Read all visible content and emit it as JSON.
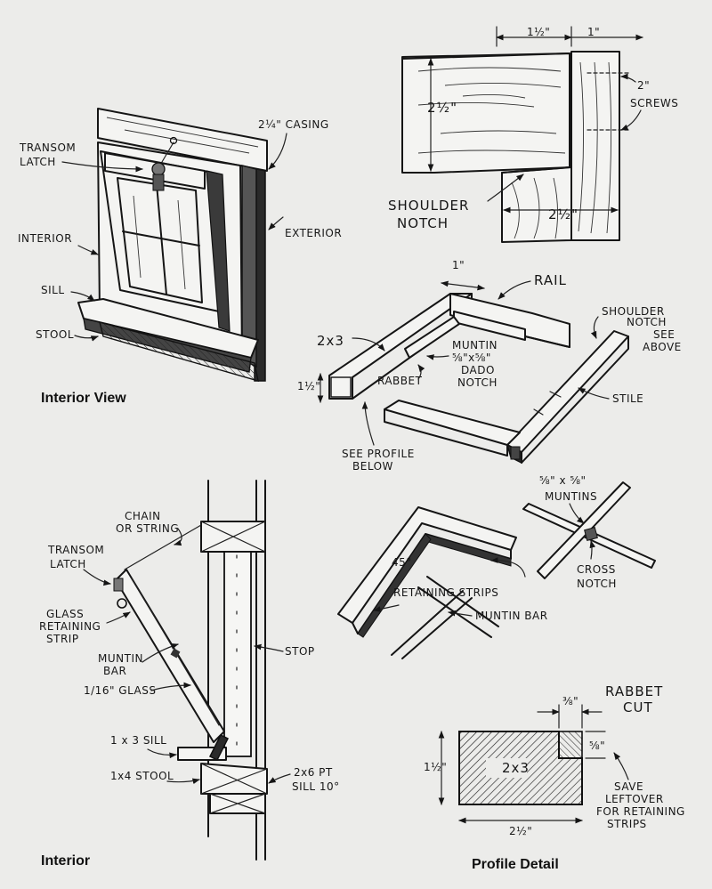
{
  "panels": {
    "interior_view": {
      "caption": "Interior View",
      "labels": {
        "casing": "2¼\" CASING",
        "transom_latch_1": "TRANSOM",
        "transom_latch_2": "LATCH",
        "exterior": "EXTERIOR",
        "interior": "INTERIOR",
        "sill": "SILL",
        "stool": "STOOL"
      }
    },
    "shoulder_notch": {
      "dim_top_left": "1½\"",
      "dim_top_right": "1\"",
      "dim_height": "2½\"",
      "dim_bottom": "2½\"",
      "screws_1": "2\"",
      "screws_2": "SCREWS",
      "title_1": "SHOULDER",
      "title_2": "NOTCH"
    },
    "sash_frame": {
      "dim_1in": "1\"",
      "rail": "RAIL",
      "shoulder_1": "SHOULDER",
      "shoulder_2": "NOTCH",
      "shoulder_3": "SEE",
      "shoulder_4": "ABOVE",
      "two_by_three": "2x3",
      "muntin_1": "MUNTIN",
      "muntin_2": "⅝\"x⅝\"",
      "muntin_3": "DADO",
      "muntin_4": "NOTCH",
      "dim_height": "1½\"",
      "rabbet": "RABBET",
      "stile": "STILE",
      "see_profile_1": "SEE PROFILE",
      "see_profile_2": "BELOW"
    },
    "muntins": {
      "size": "⅝\" x ⅝\"",
      "muntins": "MUNTINS",
      "cross_1": "CROSS",
      "cross_2": "NOTCH",
      "angle": "45°",
      "retaining": "RETAINING STRIPS",
      "muntin_bar": "MUNTIN BAR"
    },
    "interior_section": {
      "caption": "Interior",
      "labels": {
        "chain_1": "CHAIN",
        "chain_2": "OR STRING",
        "latch_1": "TRANSOM",
        "latch_2": "LATCH",
        "glass_1": "GLASS",
        "glass_2": "RETAINING",
        "glass_3": "STRIP",
        "muntin_1": "MUNTIN",
        "muntin_2": "BAR",
        "glass_thk": "1/16\" GLASS",
        "stop": "STOP",
        "sill_1x3": "1 x 3 SILL",
        "stool_1x4": "1x4 STOOL",
        "sill_2x6_1": "2x6 PT",
        "sill_2x6_2": "SILL 10°"
      }
    },
    "profile_detail": {
      "caption": "Profile Detail",
      "rabbet_1": "RABBET",
      "rabbet_2": "CUT",
      "dim_top": "⅜\"",
      "dim_side": "⅝\"",
      "dim_height": "1½\"",
      "dim_width": "2½\"",
      "board": "2x3",
      "save_1": "SAVE",
      "save_2": "LEFTOVER",
      "save_3": "FOR RETAINING",
      "save_4": "STRIPS"
    }
  }
}
